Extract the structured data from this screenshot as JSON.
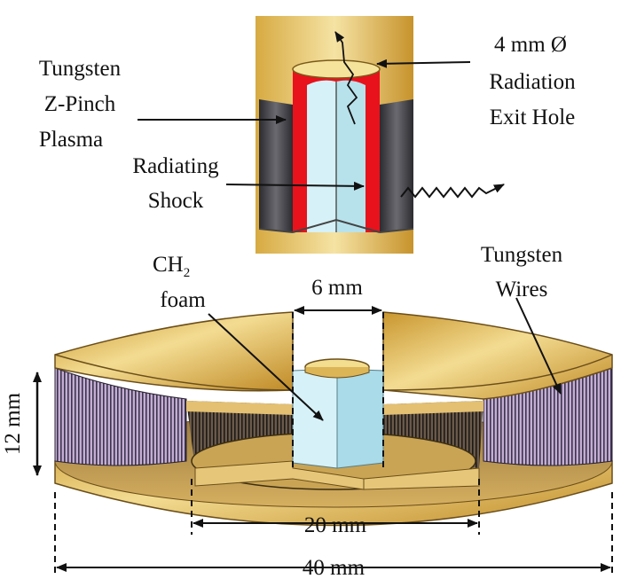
{
  "labels": {
    "tungsten_plasma": [
      "Tungsten",
      "Z-Pinch",
      "Plasma"
    ],
    "exit_hole": [
      "4 mm Ø",
      "Radiation",
      "Exit Hole"
    ],
    "radiating_shock": [
      "Radiating",
      "Shock"
    ],
    "ch2": "CH",
    "ch2_sub": "2",
    "foam": "foam",
    "tungsten_wires": [
      "Tungsten",
      "Wires"
    ]
  },
  "dimensions": {
    "d6": "6 mm",
    "d12": "12 mm",
    "d20": "20 mm",
    "d40": "40 mm"
  },
  "colors": {
    "gold": "#d4a93c",
    "gold_light": "#f2d98a",
    "foam": "#c8ecf4",
    "plasma_red": "#e8101a",
    "wire_dark": "#3a3a44",
    "wire_purple": "#b89cc4"
  }
}
